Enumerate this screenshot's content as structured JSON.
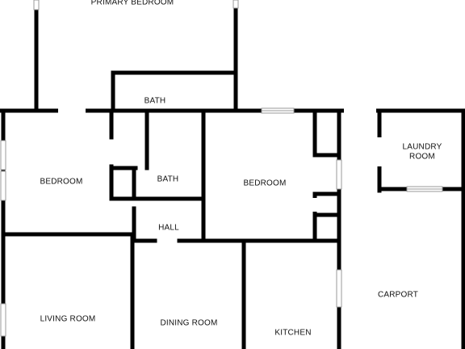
{
  "plan": {
    "rooms": [
      {
        "id": "primary-bedroom",
        "label": "PRIMARY BEDROOM"
      },
      {
        "id": "bath-upper",
        "label": "BATH"
      },
      {
        "id": "bedroom-left",
        "label": "BEDROOM"
      },
      {
        "id": "bath-middle",
        "label": "BATH"
      },
      {
        "id": "bedroom-center",
        "label": "BEDROOM"
      },
      {
        "id": "laundry-room",
        "label": "LAUNDRY ROOM",
        "lines": [
          "LAUNDRY",
          "ROOM"
        ]
      },
      {
        "id": "hall",
        "label": "HALL"
      },
      {
        "id": "living-room",
        "label": "LIVING ROOM"
      },
      {
        "id": "dining-room",
        "label": "DINING ROOM"
      },
      {
        "id": "kitchen",
        "label": "KITCHEN"
      },
      {
        "id": "carport",
        "label": "CARPORT"
      }
    ]
  }
}
